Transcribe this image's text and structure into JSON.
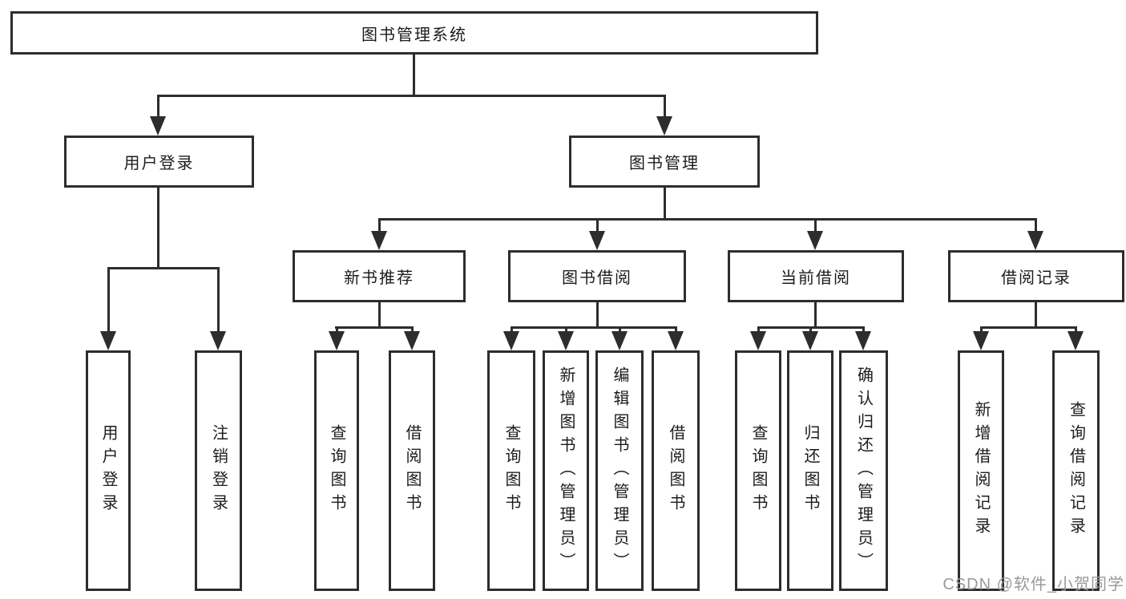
{
  "diagram": {
    "type": "hierarchy-tree",
    "title": "图书管理系统",
    "nodes": {
      "root": "图书管理系统",
      "user_login": "用户登录",
      "book_mgmt": "图书管理",
      "new_book": "新书推荐",
      "book_borrow": "图书借阅",
      "current_borrow": "当前借阅",
      "borrow_record": "借阅记录"
    },
    "leaves": {
      "user_login": [
        "用户登录",
        "注销登录"
      ],
      "new_book": [
        "查询图书",
        "借阅图书"
      ],
      "book_borrow": [
        "查询图书",
        "新增图书（管理员）",
        "编辑图书（管理员）",
        "借阅图书"
      ],
      "current_borrow": [
        "查询图书",
        "归还图书",
        "确认归还（管理员）"
      ],
      "borrow_record": [
        "新增借阅记录",
        "查询借阅记录"
      ]
    },
    "edges": [
      [
        "图书管理系统",
        "用户登录"
      ],
      [
        "图书管理系统",
        "图书管理"
      ],
      [
        "用户登录",
        "用户登录"
      ],
      [
        "用户登录",
        "注销登录"
      ],
      [
        "图书管理",
        "新书推荐"
      ],
      [
        "图书管理",
        "图书借阅"
      ],
      [
        "图书管理",
        "当前借阅"
      ],
      [
        "图书管理",
        "借阅记录"
      ],
      [
        "新书推荐",
        "查询图书"
      ],
      [
        "新书推荐",
        "借阅图书"
      ],
      [
        "图书借阅",
        "查询图书"
      ],
      [
        "图书借阅",
        "新增图书（管理员）"
      ],
      [
        "图书借阅",
        "编辑图书（管理员）"
      ],
      [
        "图书借阅",
        "借阅图书"
      ],
      [
        "当前借阅",
        "查询图书"
      ],
      [
        "当前借阅",
        "归还图书"
      ],
      [
        "当前借阅",
        "确认归还（管理员）"
      ],
      [
        "借阅记录",
        "新增借阅记录"
      ],
      [
        "借阅记录",
        "查询借阅记录"
      ]
    ],
    "colors": {
      "line": "#2d2d2d",
      "border": "#2d2d2d",
      "text": "#1c1c1c",
      "background": "#ffffff",
      "watermark": "#9a9a9a"
    }
  },
  "watermark": "CSDN @软件_小贺同学"
}
